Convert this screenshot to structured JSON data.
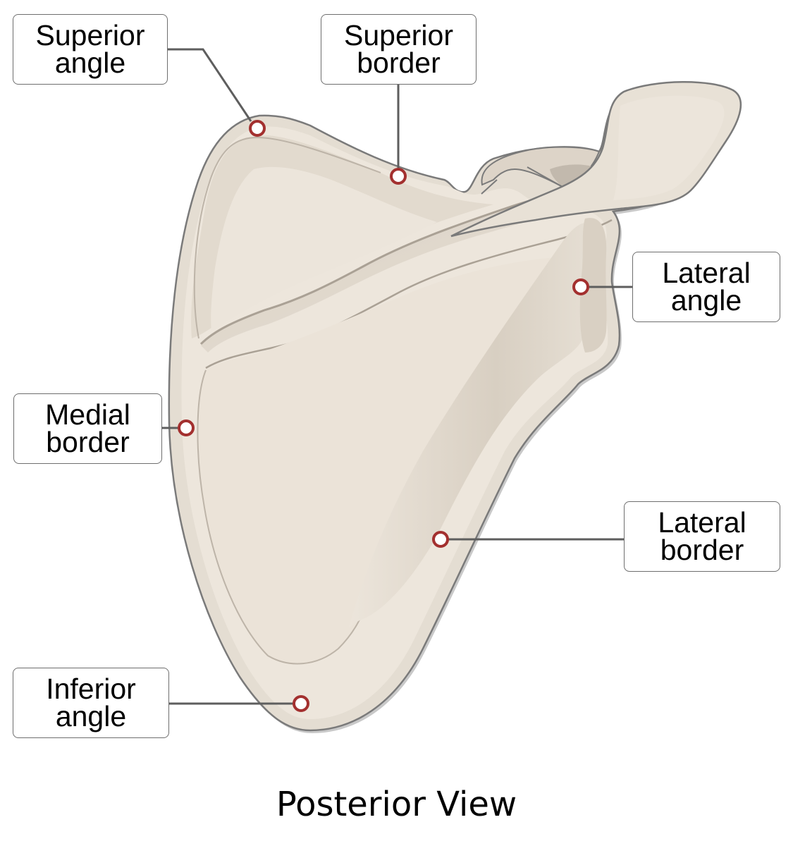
{
  "title": "Scapula landmarks",
  "caption": "Posterior View",
  "colors": {
    "bone_fill": "#ede6dc",
    "bone_shadow": "#dcd3c7",
    "bone_outline": "#7a7a7a",
    "leader_line": "#5e5e5e",
    "marker_ring": "#a3302f",
    "marker_fill": "#ffffff"
  },
  "labels": [
    {
      "id": "superior-angle",
      "lines": [
        "Superior",
        "angle"
      ]
    },
    {
      "id": "superior-border",
      "lines": [
        "Superior",
        "border"
      ]
    },
    {
      "id": "lateral-angle",
      "lines": [
        "Lateral",
        "angle"
      ]
    },
    {
      "id": "medial-border",
      "lines": [
        "Medial",
        "border"
      ]
    },
    {
      "id": "lateral-border",
      "lines": [
        "Lateral",
        "border"
      ]
    },
    {
      "id": "inferior-angle",
      "lines": [
        "Inferior",
        "angle"
      ]
    }
  ]
}
